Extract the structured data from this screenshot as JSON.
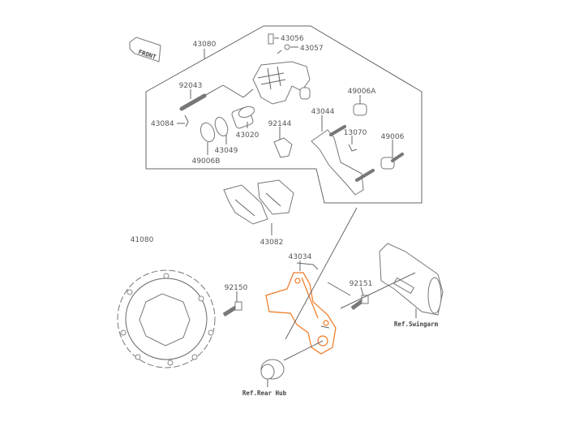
{
  "diagram": {
    "front_badge": "FRONT",
    "highlight_color": "#f07820",
    "labels": {
      "p43080": "43080",
      "p43056": "43056",
      "p43057": "43057",
      "p92043": "92043",
      "p49006A": "49006A",
      "p43044": "43044",
      "p43084": "43084",
      "p43020": "43020",
      "p92144": "92144",
      "p13070": "13070",
      "p49006": "49006",
      "p43049": "43049",
      "p49006B": "49006B",
      "p43082": "43082",
      "p41080": "41080",
      "p43034": "43034",
      "p92150": "92150",
      "p92151": "92151"
    },
    "refs": {
      "swingarm": "Ref.Swingarm",
      "rear_hub": "Ref.Rear Hub"
    }
  }
}
